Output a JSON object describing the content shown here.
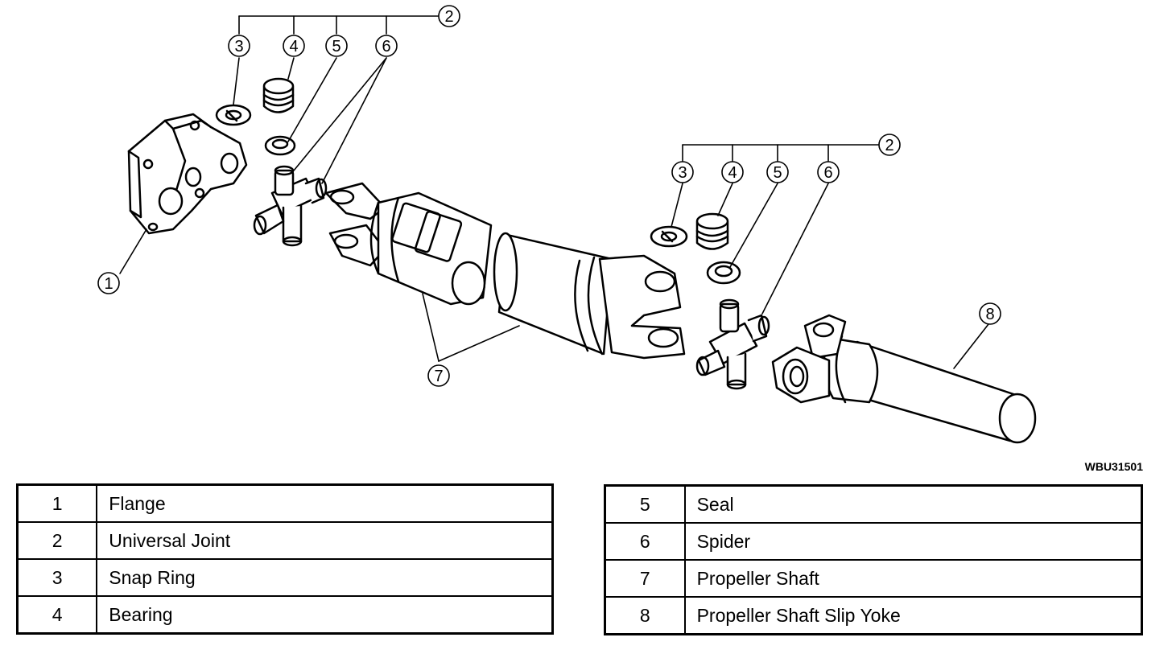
{
  "callouts": {
    "c1": "1",
    "c2a": "2",
    "c3a": "3",
    "c4a": "4",
    "c5a": "5",
    "c6a": "6",
    "c2b": "2",
    "c3b": "3",
    "c4b": "4",
    "c5b": "5",
    "c6b": "6",
    "c7": "7",
    "c8": "8"
  },
  "figure_code": "WBU31501",
  "legend_left": [
    {
      "num": "1",
      "name": "Flange"
    },
    {
      "num": "2",
      "name": "Universal Joint"
    },
    {
      "num": "3",
      "name": "Snap Ring"
    },
    {
      "num": "4",
      "name": "Bearing"
    }
  ],
  "legend_right": [
    {
      "num": "5",
      "name": "Seal"
    },
    {
      "num": "6",
      "name": "Spider"
    },
    {
      "num": "7",
      "name": "Propeller Shaft"
    },
    {
      "num": "8",
      "name": "Propeller Shaft Slip Yoke"
    }
  ]
}
